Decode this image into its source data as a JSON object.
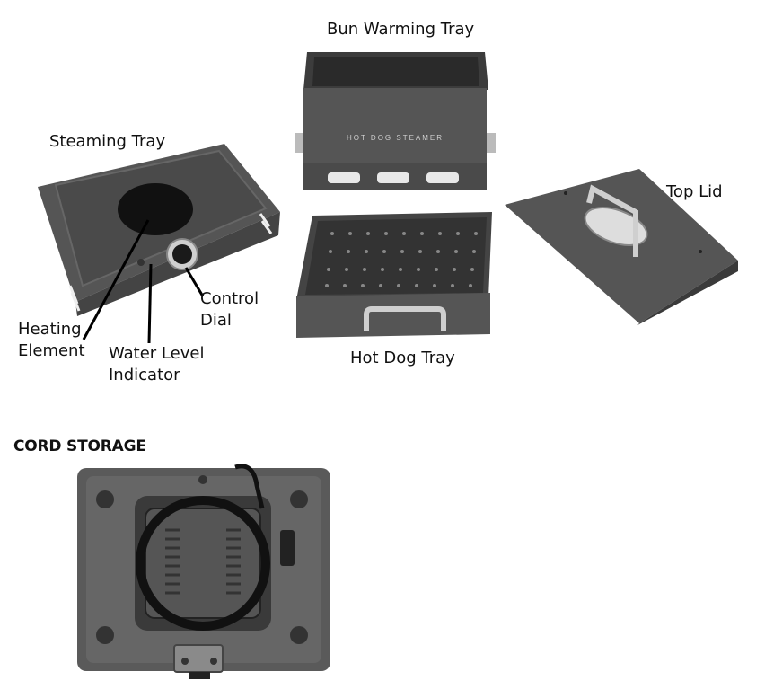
{
  "labels": {
    "bun_warming_tray": "Bun Warming Tray",
    "steaming_tray": "Steaming Tray",
    "top_lid": "Top Lid",
    "heating_element_line1": "Heating",
    "heating_element_line2": "Element",
    "water_level_line1": "Water Level",
    "water_level_line2": "Indicator",
    "control_dial_line1": "Control",
    "control_dial_line2": "Dial",
    "hot_dog_tray": "Hot Dog Tray",
    "tray_engraving": "HOT DOG STEAMER"
  },
  "sections": {
    "cord_storage": "CORD STORAGE"
  }
}
